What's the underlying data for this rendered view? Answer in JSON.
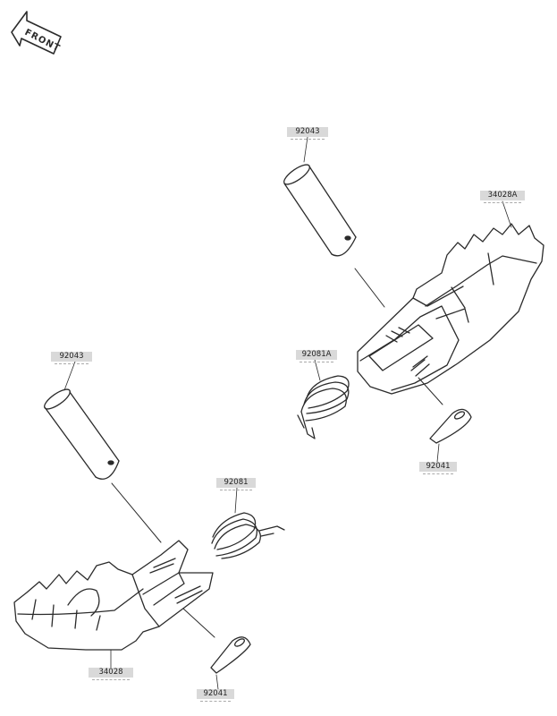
{
  "direction_marker": "FRONT",
  "parts": [
    {
      "id": "pin-upper",
      "number": "92043"
    },
    {
      "id": "step-upper",
      "number": "34028A"
    },
    {
      "id": "spring-upper",
      "number": "92081A"
    },
    {
      "id": "cotter-upper",
      "number": "92041"
    },
    {
      "id": "pin-lower",
      "number": "92043"
    },
    {
      "id": "spring-lower",
      "number": "92081"
    },
    {
      "id": "step-lower",
      "number": "34028"
    },
    {
      "id": "cotter-lower",
      "number": "92041"
    }
  ],
  "colors": {
    "line": "#2b2b2b",
    "label_bg": "#d9d9d9",
    "paper": "#ffffff"
  }
}
